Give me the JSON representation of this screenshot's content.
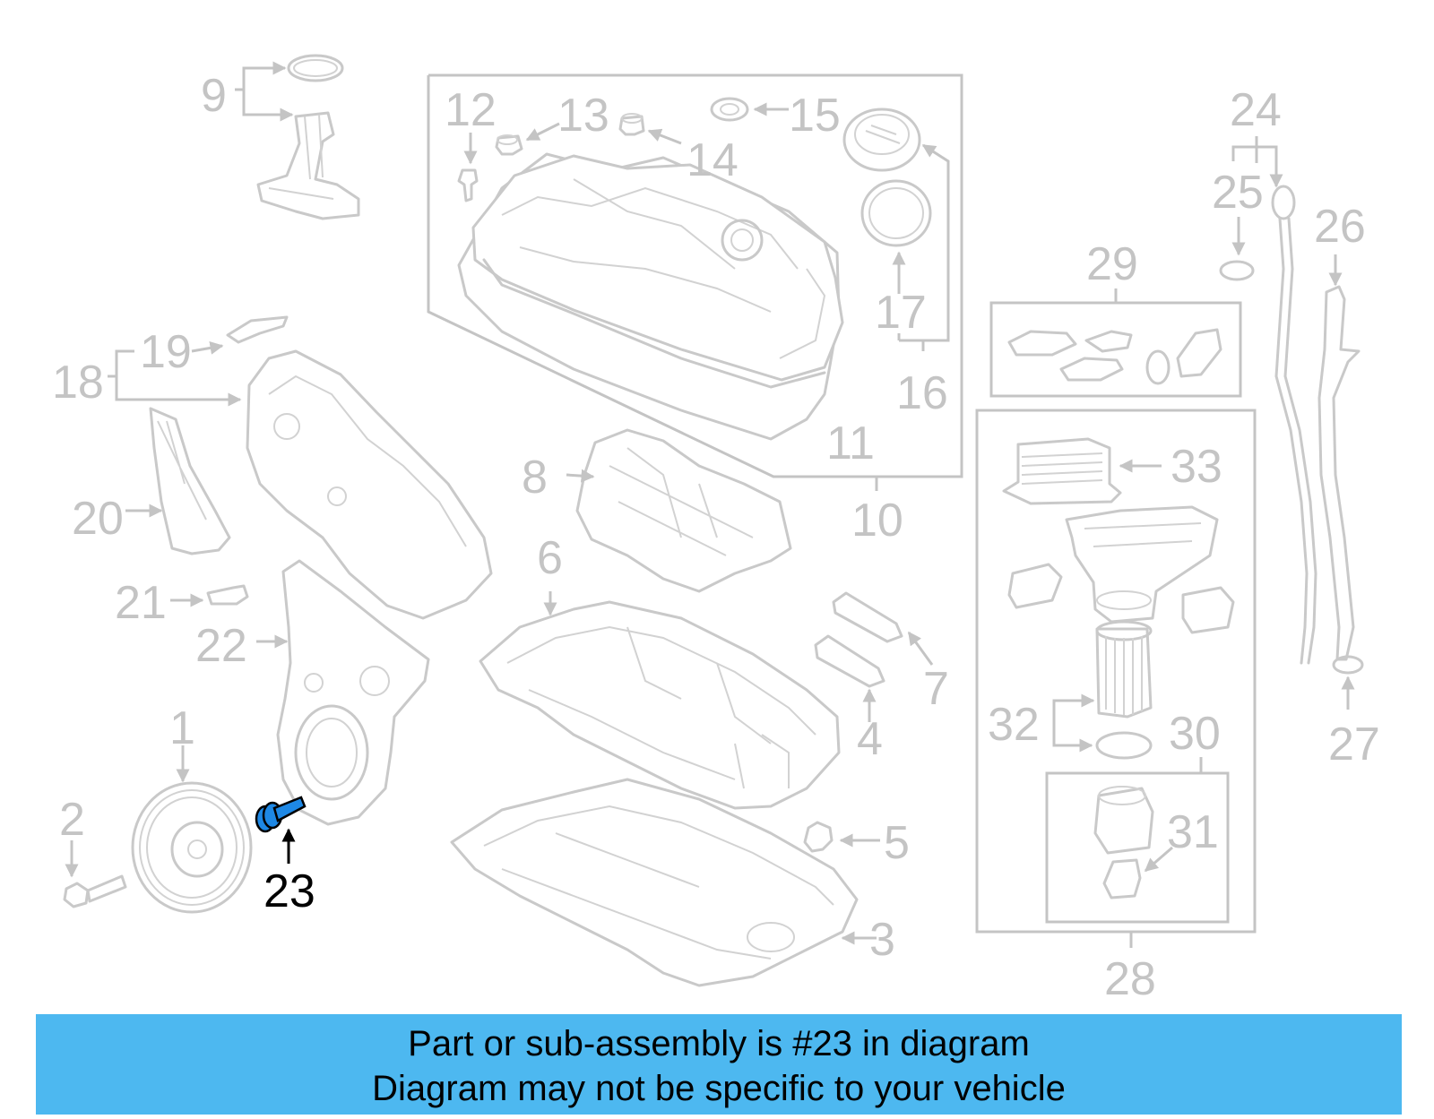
{
  "diagram": {
    "highlighted_part": "23",
    "highlight_color": "#1e88e5",
    "label_color": "#c4c4c4",
    "callouts": {
      "n1": "1",
      "n2": "2",
      "n3": "3",
      "n4": "4",
      "n5": "5",
      "n6": "6",
      "n7": "7",
      "n8": "8",
      "n9": "9",
      "n10": "10",
      "n11": "11",
      "n12": "12",
      "n13": "13",
      "n14": "14",
      "n15": "15",
      "n16": "16",
      "n17": "17",
      "n18": "18",
      "n19": "19",
      "n20": "20",
      "n21": "21",
      "n22": "22",
      "n23": "23",
      "n24": "24",
      "n25": "25",
      "n26": "26",
      "n27": "27",
      "n28": "28",
      "n29": "29",
      "n30": "30",
      "n31": "31",
      "n32": "32",
      "n33": "33"
    }
  },
  "banner": {
    "line1": "Part or sub-assembly is #23 in diagram",
    "line2": "Diagram may not be specific to your vehicle",
    "background": "#4db8f0"
  }
}
